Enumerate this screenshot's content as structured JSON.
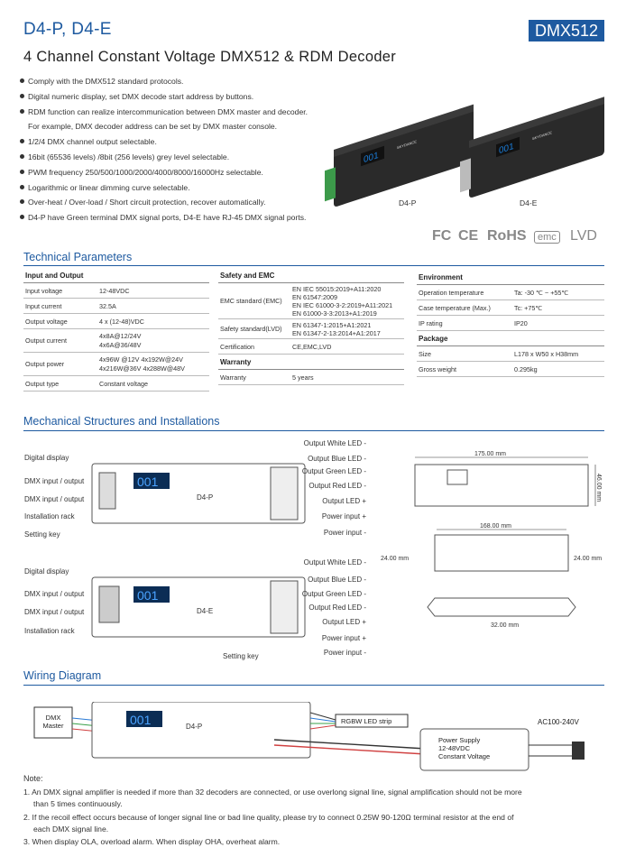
{
  "header": {
    "model": "D4-P, D4-E",
    "badge": "DMX512",
    "subtitle": "4 Channel Constant Voltage DMX512 & RDM Decoder"
  },
  "features": [
    "Comply with the DMX512 standard protocols.",
    "Digital numeric display, set DMX decode start address by buttons.",
    "RDM function can realize intercommunication between DMX master and decoder.",
    "For example, DMX decoder address can be set by DMX master console.",
    "1/2/4 DMX channel output selectable.",
    "16bit (65536 levels) /8bit (256 levels) grey level selectable.",
    "PWM frequency 250/500/1000/2000/4000/8000/16000Hz selectable.",
    "Logarithmic or linear dimming curve selectable.",
    "Over-heat / Over-load / Short circuit protection, recover automatically.",
    "D4-P have Green terminal DMX signal ports, D4-E have RJ-45 DMX signal ports."
  ],
  "product_labels": {
    "p": "D4-P",
    "e": "D4-E"
  },
  "device_marks": {
    "display": "001",
    "logo": "SKYDANCE"
  },
  "certs": {
    "fc": "FC",
    "ce": "CE",
    "rohs": "RoHS",
    "emc": "emc",
    "lvd": "LVD"
  },
  "tech": {
    "title": "Technical Parameters",
    "input_output": {
      "header": "Input and Output",
      "rows": [
        [
          "Input voltage",
          "12-48VDC"
        ],
        [
          "Input current",
          "32.5A"
        ],
        [
          "Output voltage",
          "4 x (12-48)VDC"
        ],
        [
          "Output current",
          "4x8A@12/24V\n4x6A@36/48V"
        ],
        [
          "Output power",
          "4x96W  @12V  4x192W@24V\n4x216W@36V  4x288W@48V"
        ],
        [
          "Output type",
          "Constant voltage"
        ]
      ]
    },
    "safety": {
      "header": "Safety and EMC",
      "emc_label": "EMC standard (EMC)",
      "emc_value": "EN IEC 55015:2019+A11:2020\nEN 61547:2009\nEN IEC 61000-3-2:2019+A11:2021\nEN 61000-3-3:2013+A1:2019",
      "lvd_label": "Safety standard(LVD)",
      "lvd_value": "EN 61347-1:2015+A1:2021\nEN 61347-2-13:2014+A1:2017",
      "cert_label": "Certification",
      "cert_value": "CE,EMC,LVD",
      "warranty_header": "Warranty",
      "warranty_label": "Warranty",
      "warranty_value": "5 years"
    },
    "environment": {
      "header": "Environment",
      "rows": [
        [
          "Operation temperature",
          "Ta: -30 ℃ ~ +55℃"
        ],
        [
          "Case temperature (Max.)",
          "Tc: +75℃"
        ],
        [
          "IP rating",
          "IP20"
        ]
      ],
      "package_header": "Package",
      "package_rows": [
        [
          "Size",
          "L178 x W50 x H38mm"
        ],
        [
          "Gross weight",
          "0.295kg"
        ]
      ]
    }
  },
  "mech": {
    "title": "Mechanical Structures and Installations",
    "left_labels_p": [
      "Digital display",
      "DMX input / output",
      "DMX input / output",
      "Installation rack",
      "Setting key"
    ],
    "right_labels_p": [
      "Output White LED -",
      "Output Blue LED -",
      "Output Green LED -",
      "Output Red LED -",
      "Output LED +",
      "Power input +",
      "Power input -"
    ],
    "left_labels_e": [
      "Digital display",
      "DMX input / output",
      "DMX input / output",
      "Installation rack"
    ],
    "right_labels_e": [
      "Output White LED -",
      "Output Blue LED -",
      "Output Green LED -",
      "Output Red LED -",
      "Output LED +",
      "Power input +",
      "Power input -"
    ],
    "setting_key_e": "Setting key",
    "dims": {
      "length_total": "175.00 mm",
      "height": "46.00 mm",
      "length_body": "168.00 mm",
      "width_left": "24.00 mm",
      "width_right": "24.00 mm",
      "depth": "32.00 mm"
    },
    "device_p": "D4-P",
    "device_e": "D4-E"
  },
  "wiring": {
    "title": "Wiring Diagram",
    "dmx_master": "DMX\nMaster",
    "device": "D4-P",
    "led_strip": "RGBW LED strip",
    "power_supply": "Power Supply\n12-48VDC\nConstant Voltage",
    "ac": "AC100-240V"
  },
  "notes": {
    "title": "Note:",
    "items": [
      "1. An DMX signal amplifier is needed if more than 32 decoders are connected, or use overlong signal line, signal amplification should not be more",
      "than 5 times continuously.",
      "2. If the recoil effect occurs because of longer signal line or bad line quality, please try to connect 0.25W 90-120Ω terminal resistor at the end of",
      "each DMX signal line.",
      "3. When display OLA, overload alarm. When display OHA, overheat alarm."
    ]
  },
  "colors": {
    "accent": "#1e5aa0",
    "display": "#1a7bd6",
    "device_body": "#2a2a2a",
    "terminal_green": "#3c9a4a"
  }
}
